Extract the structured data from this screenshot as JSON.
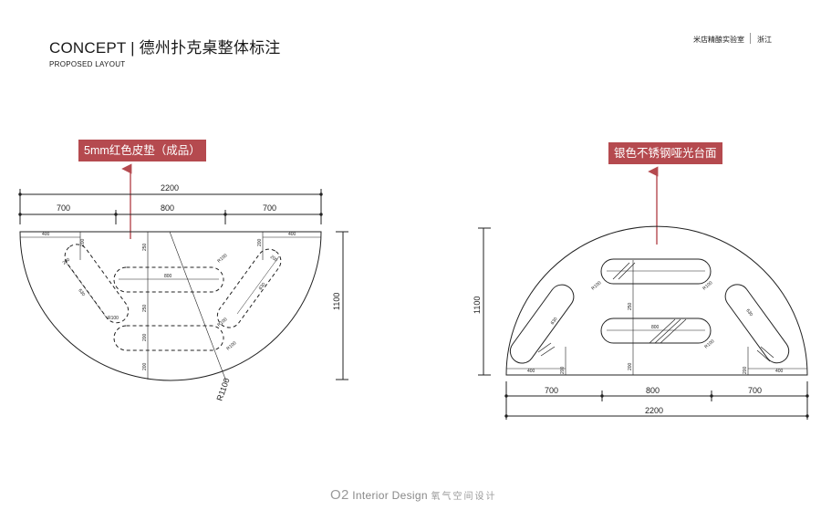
{
  "header": {
    "title": "CONCEPT | 德州扑克桌整体标注",
    "subtitle": "PROPOSED LAYOUT",
    "brand_left": "米店精酿实验室",
    "brand_right": "浙江"
  },
  "callouts": {
    "left": "5mm红色皮垫（成品）",
    "right": "银色不锈钢哑光台面"
  },
  "left_plan": {
    "total_width": "2200",
    "segments": [
      "700",
      "800",
      "700"
    ],
    "height": "1100",
    "radius": "R1100",
    "inner": {
      "corner_left": "400",
      "corner_right": "400",
      "v200a": "200",
      "v200b": "200",
      "v250a": "250",
      "v250b": "250",
      "v200c": "200",
      "v200d": "200",
      "slot_len": "800",
      "diag_len": "630",
      "r_label": "R100",
      "r_label2": "R100",
      "r_label3": "R100",
      "r_label4": "R100",
      "d200": "200",
      "d200b": "200"
    }
  },
  "right_plan": {
    "total_width": "2200",
    "segments": [
      "700",
      "800",
      "700"
    ],
    "height": "1100",
    "inner": {
      "corner_left": "400",
      "corner_right": "400",
      "v200": "200",
      "v250": "250",
      "v200b": "200",
      "v200c": "200",
      "slot_len": "800",
      "diag_len": "630",
      "r_label": "R100",
      "r_label2": "R100",
      "r_label3": "R100"
    }
  },
  "footer": {
    "logo": "O2",
    "text": "Interior Design",
    "cn": "氧气空间设计"
  },
  "colors": {
    "accent": "#b54a4f",
    "line": "#222222"
  }
}
